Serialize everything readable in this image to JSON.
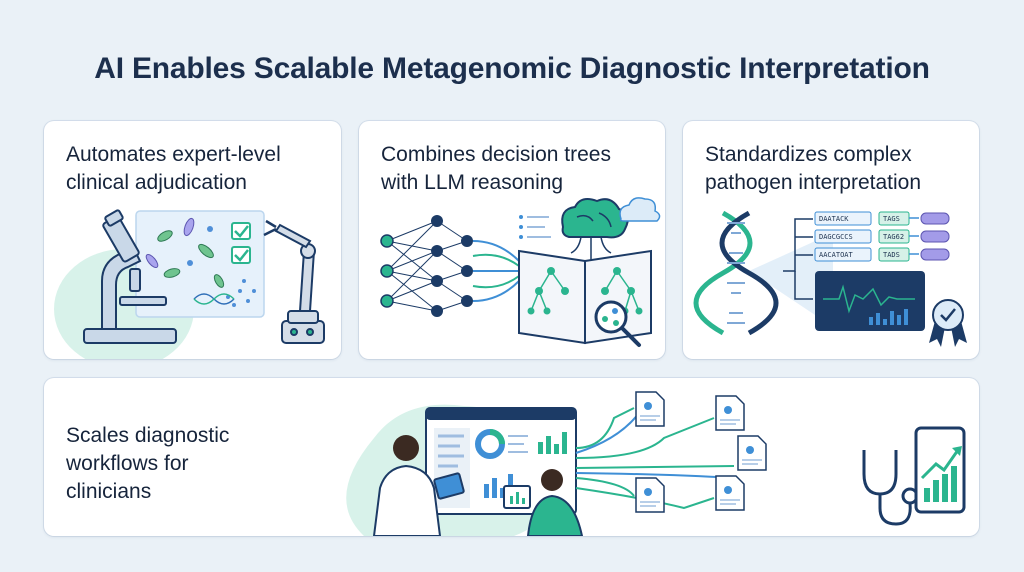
{
  "title": "AI Enables Scalable Metagenomic Diagnostic Interpretation",
  "cards": [
    {
      "title": "Automates expert-level\nclinical adjudication"
    },
    {
      "title": "Combines decision trees\nwith LLM reasoning"
    },
    {
      "title": "Standardizes complex\npathogen interpretation"
    },
    {
      "title": "Scales diagnostic\nworkflows for\nclinicians"
    }
  ],
  "sequence_tags": [
    {
      "seq": "DAATACK",
      "tag": "TAGS"
    },
    {
      "seq": "DAGCGCCS",
      "tag": "TAG62"
    },
    {
      "seq": "AACATOAT",
      "tag": "TADS"
    }
  ],
  "colors": {
    "navy": "#1c3b66",
    "teal": "#2bb58f",
    "light_teal": "#d8f2ea",
    "blue": "#3f8fd6",
    "purple": "#a39be8"
  },
  "icons": [
    "microscope-icon",
    "robot-arm-icon",
    "neural-network-icon",
    "brain-icon",
    "open-book-icon",
    "magnifier-icon",
    "cloud-icon",
    "dna-icon",
    "monitor-icon",
    "award-ribbon-icon",
    "dashboard-icon",
    "clinician-icon",
    "tablet-icon",
    "document-icon",
    "stethoscope-icon",
    "chart-icon"
  ]
}
